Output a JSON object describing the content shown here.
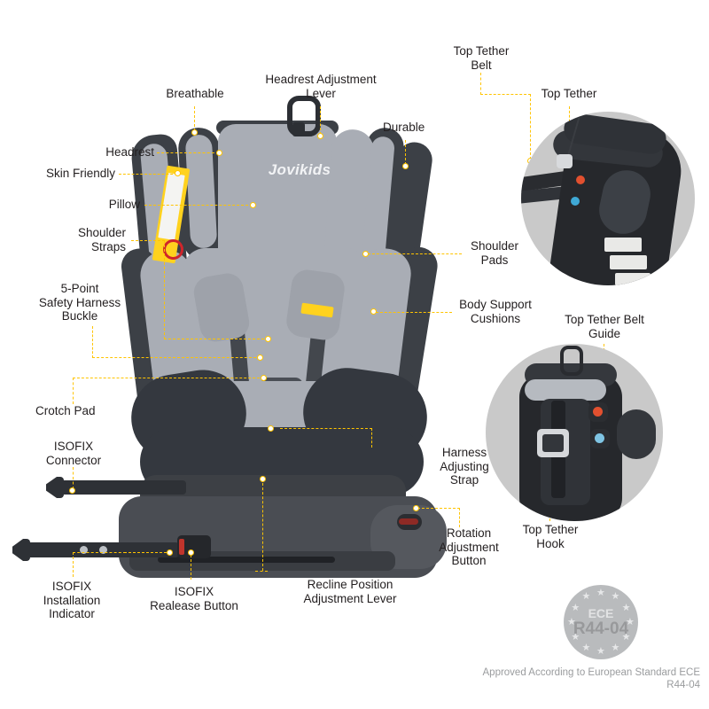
{
  "brand": "Jovikids",
  "labels": {
    "breathable": "Breathable",
    "headrest_adjustment_lever": "Headrest Adjustment\nLever",
    "durable": "Durable",
    "headrest": "Headrest",
    "skin_friendly": "Skin Friendly",
    "pillow": "Pillow",
    "shoulder_straps": "Shoulder\nStraps",
    "harness_buckle": "5-Point\nSafety Harness\nBuckle",
    "crotch_pad": "Crotch Pad",
    "isofix_connector": "ISOFIX\nConnector",
    "isofix_installation_indicator": "ISOFIX\nInstallation\nIndicator",
    "isofix_release_button": "ISOFIX\nRealease Button",
    "recline_position_adjustment_lever": "Recline Position\nAdjustment Lever",
    "rotation_adjustment_button": "Rotation\nAdjustment\nButton",
    "harness_adjusting_strap": "Harness\nAdjusting\nStrap",
    "body_support_cushions": "Body Support\nCushions",
    "shoulder_pads": "Shoulder\nPads",
    "top_tether_belt": "Top Tether\nBelt",
    "top_tether": "Top Tether",
    "top_tether_belt_guide": "Top Tether Belt\nGuide",
    "top_tether_hook": "Top Tether\nHook"
  },
  "badge": {
    "ece": "ECE",
    "code": "R44-04",
    "caption": "Approved According to\nEuropean Standard ECE R44-04",
    "star": "★"
  },
  "colors": {
    "leader_yellow": "#FFC400",
    "label_text": "#231f20",
    "fabric_light": "#a9adb5",
    "fabric_dark": "#3c4046",
    "inset_bg": "#c9c9c9",
    "badge_gray": "#b9bbbd",
    "accent_red": "#e02b26",
    "sticker_yellow": "#FFD21E"
  }
}
